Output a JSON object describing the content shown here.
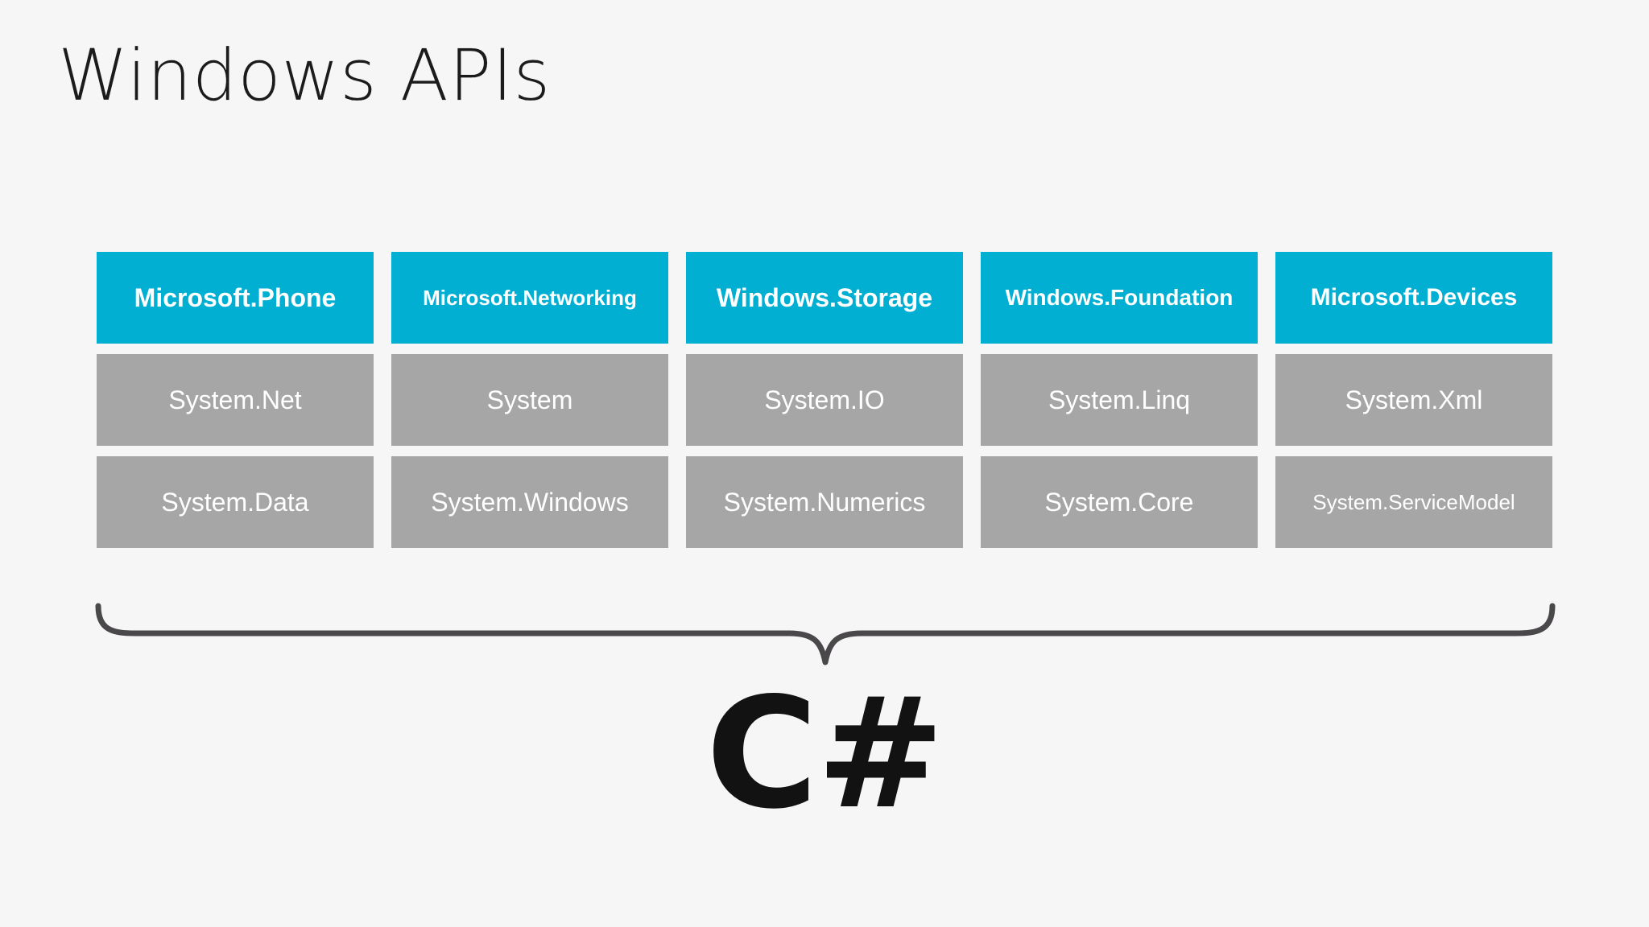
{
  "page": {
    "title": "Windows APIs",
    "background_color": "#f6f6f6"
  },
  "colors": {
    "accent": "#00afd2",
    "muted": "#a6a6a6",
    "tile_text": "#ffffff",
    "title_text": "#1b1b1b",
    "brace_stroke": "#4a484a",
    "csharp_text": "#121212"
  },
  "grid": {
    "rows": [
      {
        "style": "accent",
        "tiles": [
          {
            "label": "Microsoft.Phone",
            "size": "fs-32"
          },
          {
            "label": "Microsoft.Networking",
            "size": "fs-26"
          },
          {
            "label": "Windows.Storage",
            "size": "fs-32"
          },
          {
            "label": "Windows.Foundation",
            "size": "fs-28"
          },
          {
            "label": "Microsoft.Devices",
            "size": "fs-30"
          }
        ]
      },
      {
        "style": "muted",
        "tiles": [
          {
            "label": "System.Net",
            "size": "fs-32"
          },
          {
            "label": "System",
            "size": "fs-32"
          },
          {
            "label": "System.IO",
            "size": "fs-32"
          },
          {
            "label": "System.Linq",
            "size": "fs-32"
          },
          {
            "label": "System.Xml",
            "size": "fs-32"
          }
        ]
      },
      {
        "style": "muted",
        "tiles": [
          {
            "label": "System.Data",
            "size": "fs-32"
          },
          {
            "label": "System.Windows",
            "size": "fs-32"
          },
          {
            "label": "System.Numerics",
            "size": "fs-32"
          },
          {
            "label": "System.Core",
            "size": "fs-32"
          },
          {
            "label": "System.ServiceModel",
            "size": "fs-26"
          }
        ]
      }
    ]
  },
  "brace": {
    "icon": "curly-brace-down-icon"
  },
  "footer": {
    "csharp_label": "C#"
  }
}
